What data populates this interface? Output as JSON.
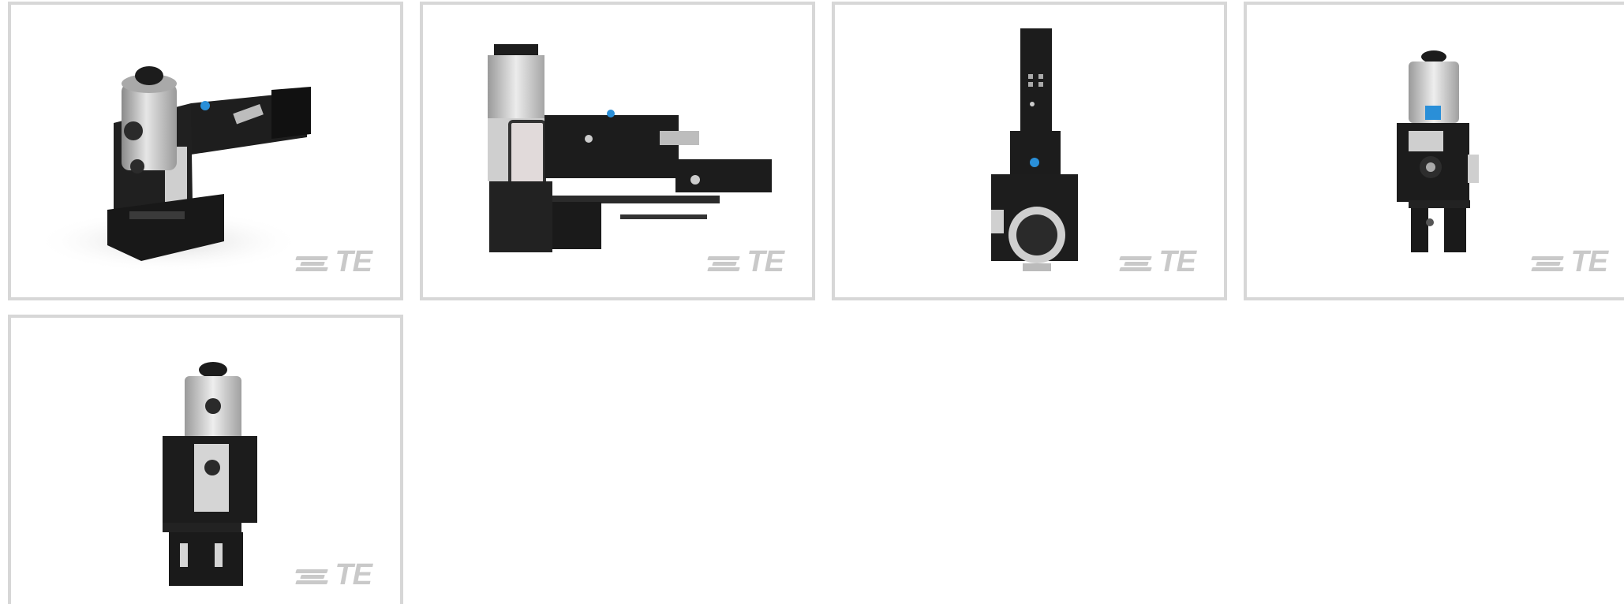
{
  "gallery": {
    "items": [
      {
        "view": "isometric-view",
        "logo_text": "TE"
      },
      {
        "view": "side-view",
        "logo_text": "TE"
      },
      {
        "view": "top-view",
        "logo_text": "TE"
      },
      {
        "view": "front-view",
        "logo_text": "TE"
      },
      {
        "view": "rear-view",
        "logo_text": "TE"
      }
    ]
  },
  "colors": {
    "border": "#d7d7d7",
    "machine_body": "#1c1c1c",
    "machine_silver": "#c8c8c8",
    "logo_gray": "#c9c9c9",
    "accent_blue": "#2a8fd8"
  }
}
